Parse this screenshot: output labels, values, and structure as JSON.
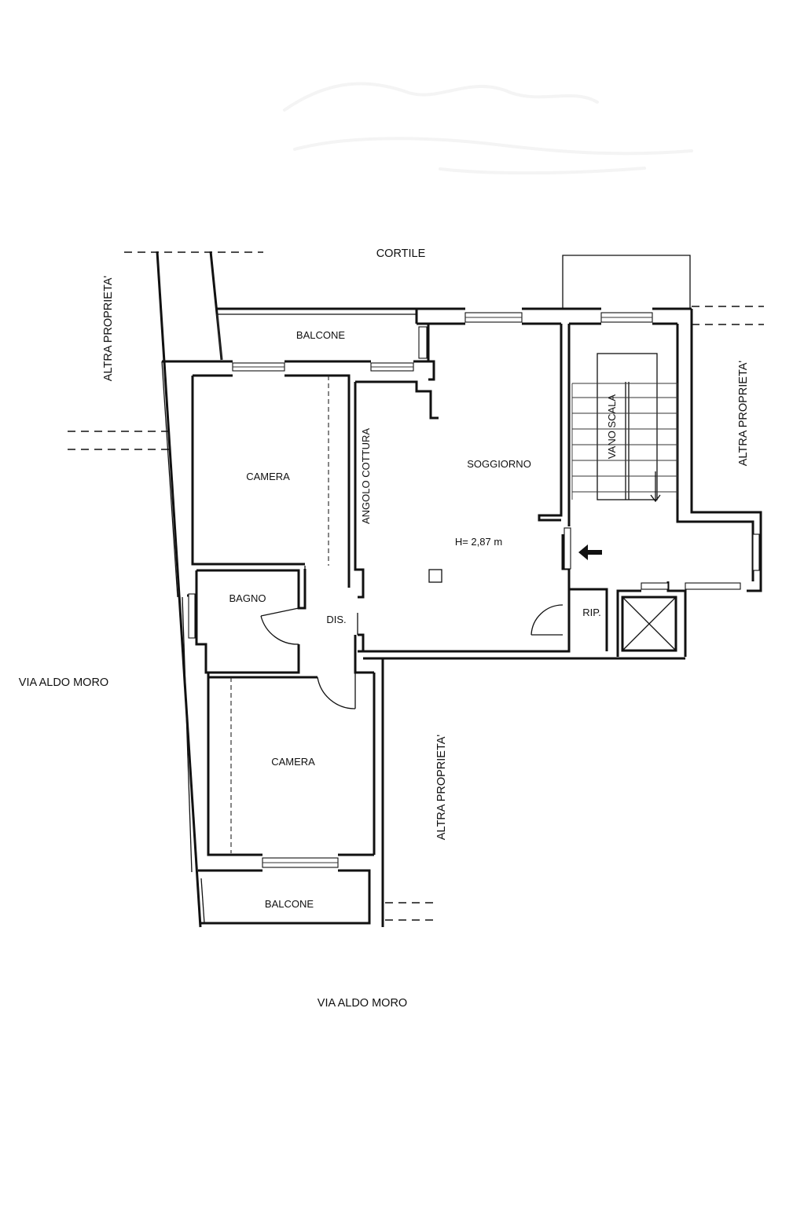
{
  "labels": {
    "cortile": "CORTILE",
    "altra_nw": "ALTRA PROPRIETA'",
    "altra_e": "ALTRA PROPRIETA'",
    "altra_s": "ALTRA PROPRIETA'",
    "balcone_top": "BALCONE",
    "balcone_bottom": "BALCONE",
    "camera_top": "CAMERA",
    "camera_bottom": "CAMERA",
    "angolo_cottura": "ANGOLO COTTURA",
    "soggiorno": "SOGGIORNO",
    "height": "H= 2,87 m",
    "vano_scala": "VANO SCALA",
    "bagno": "BAGNO",
    "dis": "DIS.",
    "rip": "RIP.",
    "via_side": "VIA ALDO MORO",
    "via_bottom": "VIA ALDO MORO"
  },
  "icons": [
    "entrance-arrow-icon",
    "stair-direction-arrow-icon",
    "shaft-cross-icon"
  ]
}
